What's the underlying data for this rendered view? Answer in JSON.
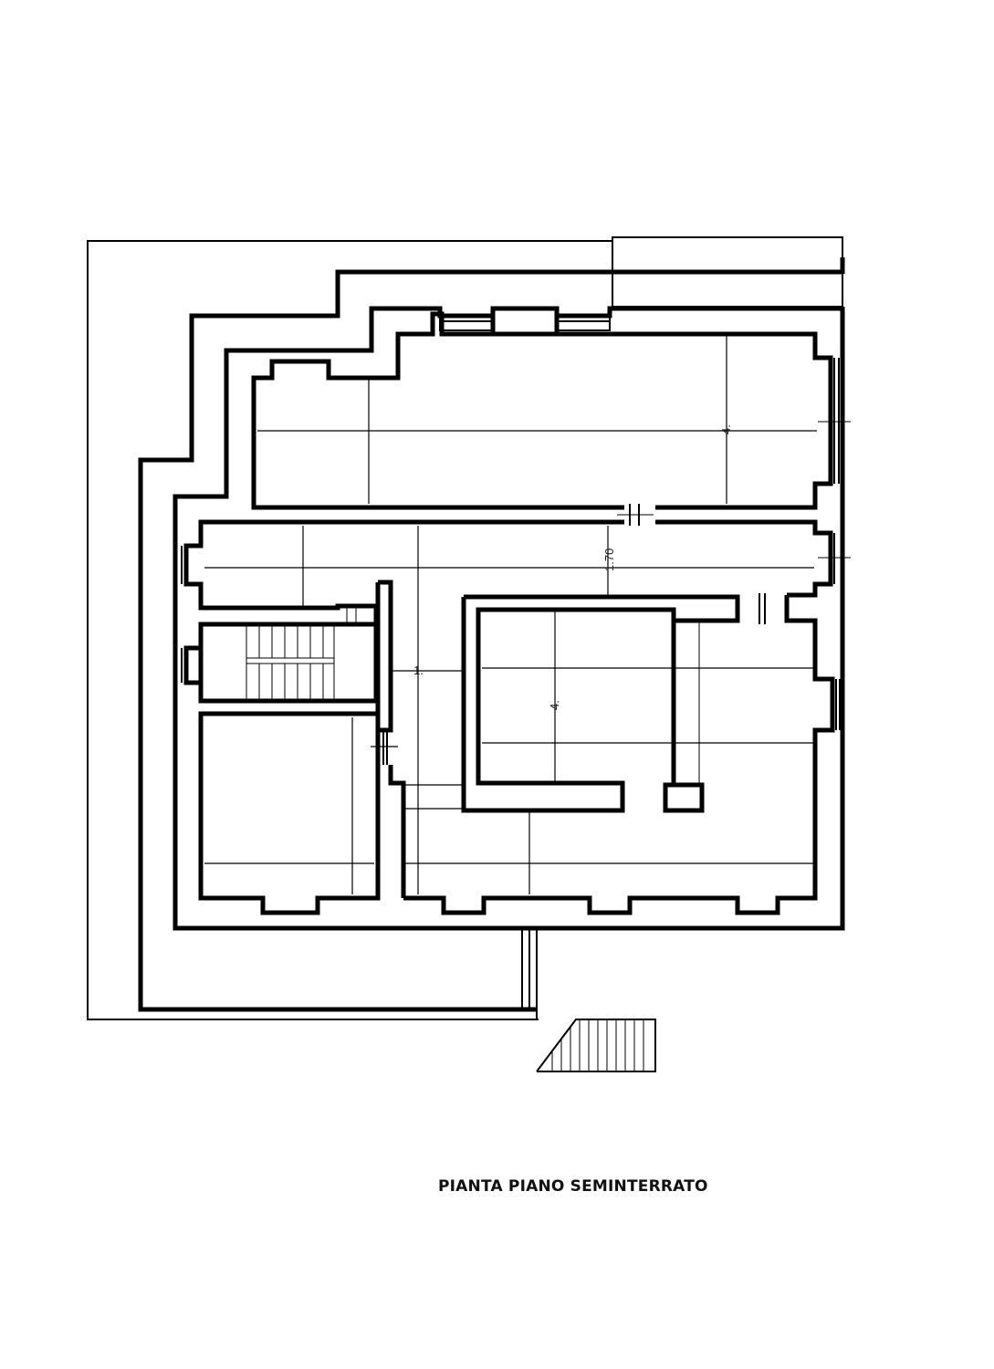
{
  "title": "PIANTA PIANO SEMINTERRATO",
  "dimensions": {
    "corridor_width": "1.70",
    "top_room_depth": "4.",
    "central_room_depth": "4.",
    "hall_width": "1."
  },
  "colors": {
    "line": "#000000",
    "background": "#ffffff"
  }
}
